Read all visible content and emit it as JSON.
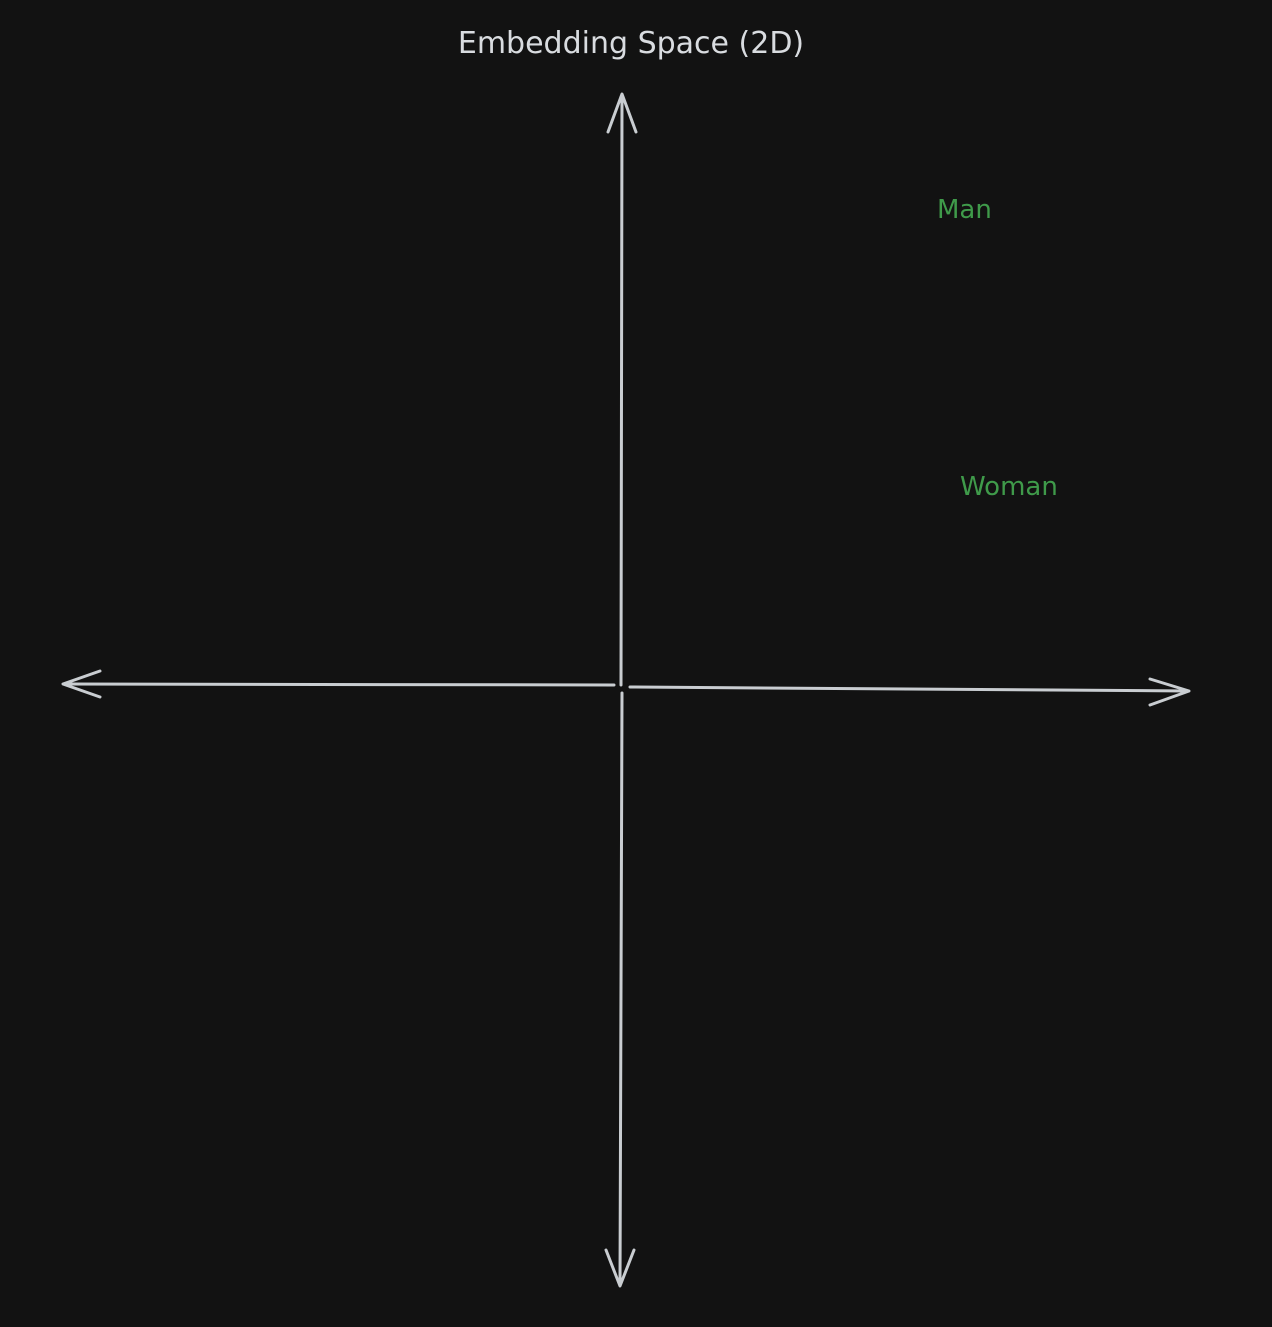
{
  "title": "Embedding Space (2D)",
  "colors": {
    "background": "#121212",
    "axis": "#c9cdd1",
    "title": "#d9dce0",
    "word": "#3f9a4a"
  },
  "words": [
    {
      "label": "Man"
    },
    {
      "label": "Woman"
    }
  ]
}
